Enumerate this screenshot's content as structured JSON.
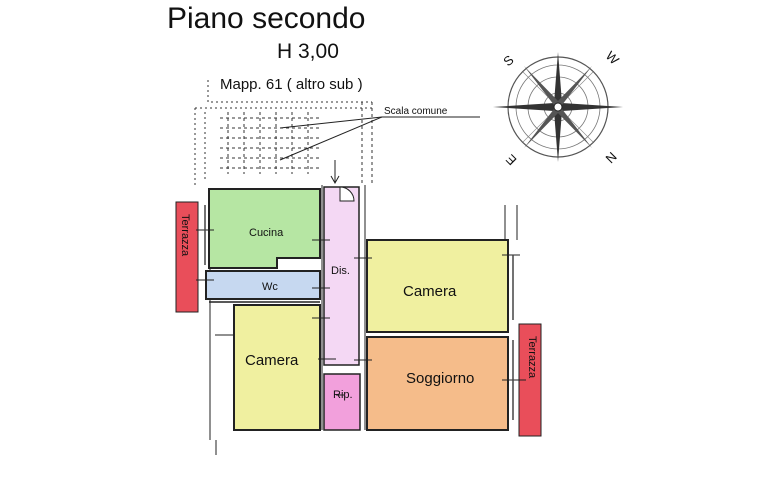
{
  "header": {
    "title": "Piano secondo",
    "height": "H 3,00",
    "parcel": "Mapp. 61 ( altro sub )",
    "stair_label": "Scala comune"
  },
  "compass": {
    "labels": {
      "s": "S",
      "w": "W",
      "e": "E",
      "n": "N"
    }
  },
  "rooms": {
    "cucina": "Cucina",
    "wc": "Wc",
    "dis": "Dis.",
    "camera_left": "Camera",
    "camera_right": "Camera",
    "soggiorno": "Soggiorno",
    "rip": "Rip.",
    "terrazza_left": "Terrazza",
    "terrazza_right": "Terrazza"
  },
  "colors": {
    "cucina": "#b6e6a3",
    "wc": "#c6d8f0",
    "dis": "#f4d8f4",
    "camera": "#f0f0a0",
    "soggiorno": "#f5bc8a",
    "rip": "#f2a0dc",
    "terrazza": "#e94e5a"
  }
}
